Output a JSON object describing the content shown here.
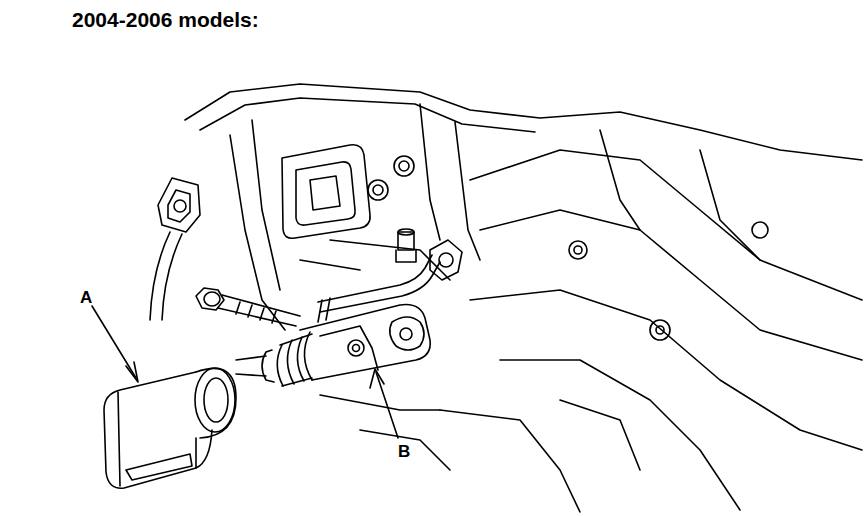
{
  "diagram": {
    "title": "2004-2006 models:",
    "labels": [
      "A",
      "B"
    ]
  }
}
